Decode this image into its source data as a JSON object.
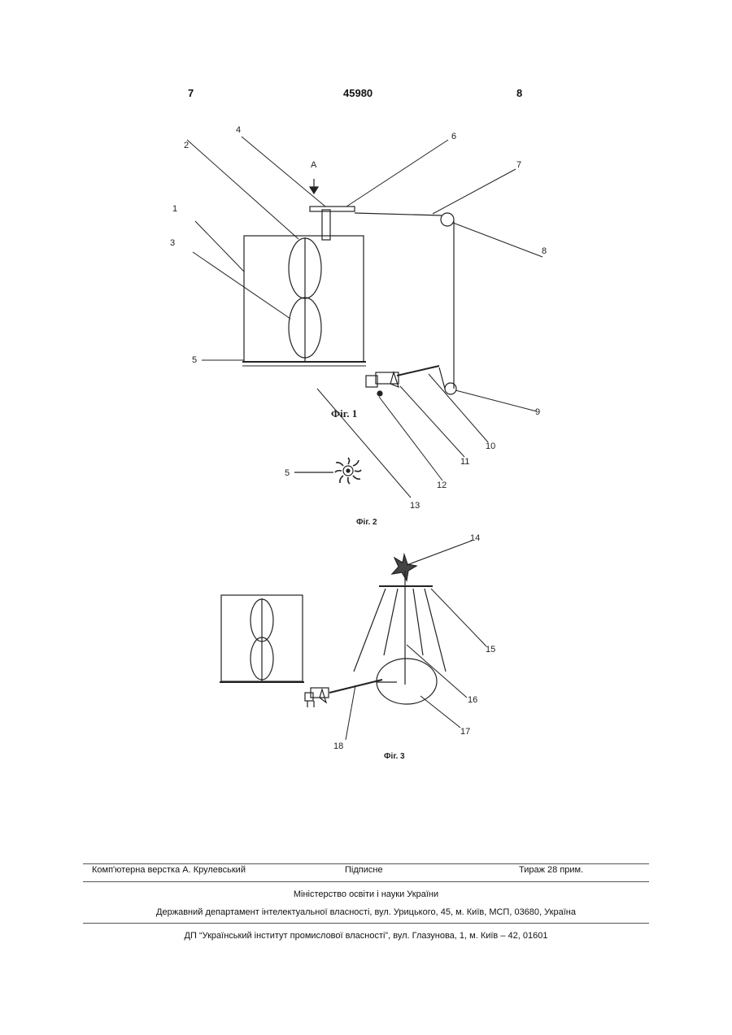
{
  "header": {
    "page_left": "7",
    "patent_number": "45980",
    "page_right": "8"
  },
  "figures": {
    "fig1_caption": "Фіг. 1",
    "fig2_caption": "Фіг. 2",
    "fig3_caption": "Фіг. 3",
    "view_label": "A",
    "labels": {
      "l1": "1",
      "l2": "2",
      "l3": "3",
      "l4": "4",
      "l5": "5",
      "l5b": "5",
      "l6": "6",
      "l7": "7",
      "l8": "8",
      "l9": "9",
      "l10": "10",
      "l11": "11",
      "l12": "12",
      "l13": "13",
      "l14": "14",
      "l15": "15",
      "l16": "16",
      "l17": "17",
      "l18": "18"
    }
  },
  "footer": {
    "layout": "Комп'ютерна верстка А. Крулевський",
    "signed": "Підписне",
    "circulation": "Тираж 28 прим.",
    "ministry": "Міністерство освіти і науки України",
    "department": "Державний департамент інтелектуальної власності, вул. Урицького, 45, м. Київ, МСП, 03680, Україна",
    "institute": "ДП “Український інститут промислової власності”, вул. Глазунова, 1, м. Київ – 42, 01601"
  }
}
